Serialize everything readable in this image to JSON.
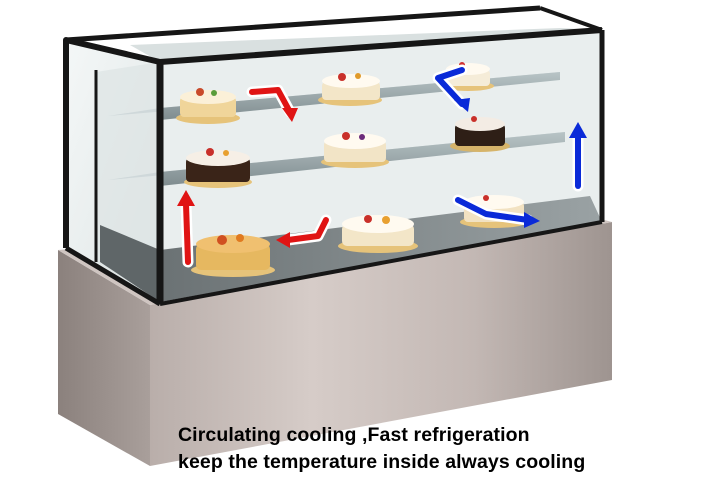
{
  "caption": {
    "line1": "Circulating cooling ,Fast refrigeration",
    "line2": "keep the temperature inside always cooling"
  },
  "colors": {
    "warm_arrow": "#e01414",
    "cool_arrow": "#0a2ad8",
    "steel_light": "#c8bdb8",
    "steel_dark": "#8d8480",
    "frame": "#1a1a1a",
    "glass": "#eef2f2"
  },
  "arrows": [
    {
      "name": "top-shelf-red-arrow",
      "color": "warm"
    },
    {
      "name": "top-shelf-blue-arrow",
      "color": "cool"
    },
    {
      "name": "right-side-blue-arrow",
      "color": "cool"
    },
    {
      "name": "left-side-red-arrow",
      "color": "warm"
    },
    {
      "name": "bottom-red-arrow",
      "color": "warm"
    },
    {
      "name": "bottom-right-blue-arrow",
      "color": "cool"
    }
  ]
}
